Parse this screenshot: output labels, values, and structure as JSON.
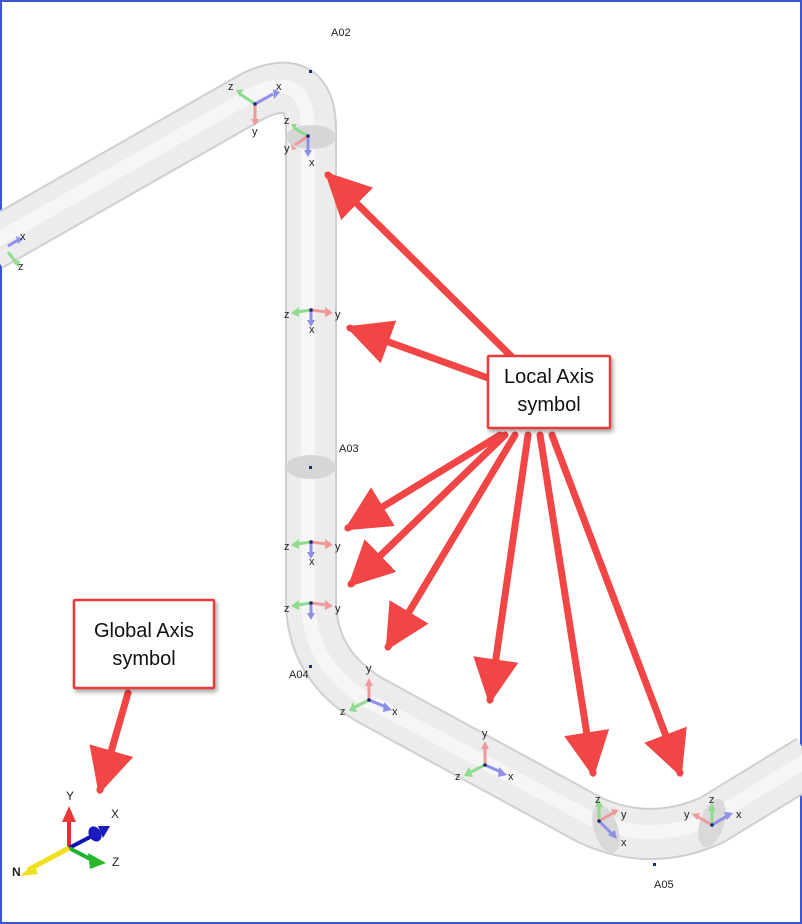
{
  "nodes": {
    "a02": "A02",
    "a03": "A03",
    "a04": "A04",
    "a05": "A05"
  },
  "callouts": {
    "local": {
      "line1": "Local Axis",
      "line2": "symbol"
    },
    "global": {
      "line1": "Global Axis",
      "line2": "symbol"
    }
  },
  "axis_letters": {
    "x": "x",
    "y": "y",
    "z": "z"
  },
  "global_axis": {
    "x": "X",
    "y": "Y",
    "z": "Z",
    "n": "N"
  },
  "colors": {
    "arrow": "#f24545",
    "callout_border": "#e83a3a",
    "frame_border": "#3a56d6",
    "pipe_fill": "#ececec",
    "axis_x": "#8f8fe8",
    "axis_y": "#ee9a9a",
    "axis_z": "#8fdc8f"
  }
}
